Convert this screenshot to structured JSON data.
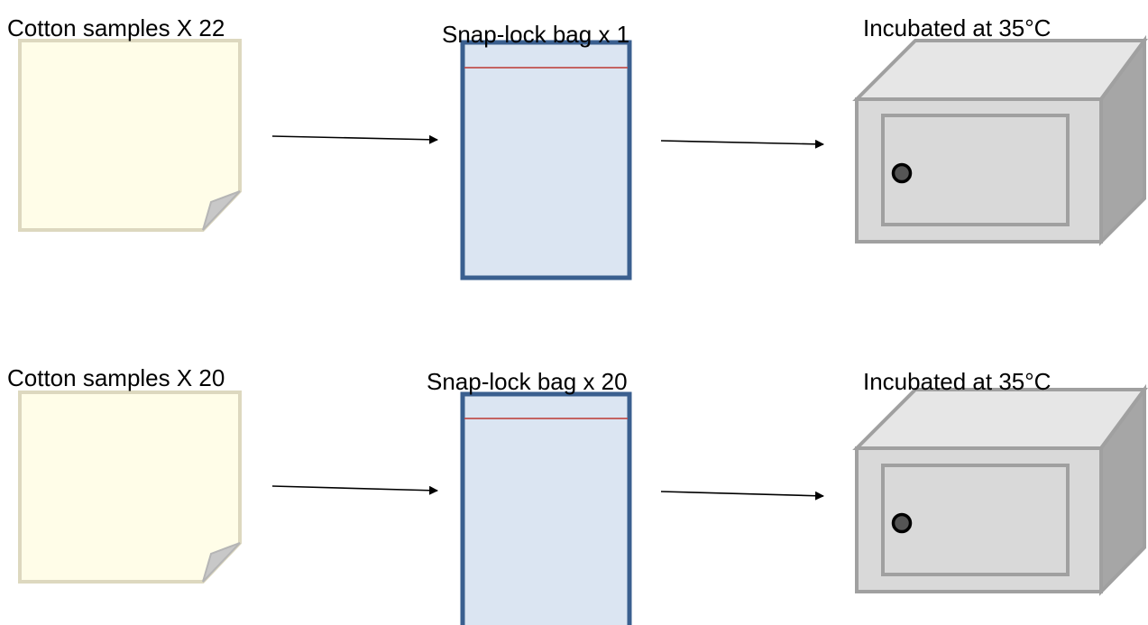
{
  "rows": [
    {
      "sample_label": "Cotton samples X 22",
      "bag_label": "Snap-lock bag x 1",
      "incubator_label": "Incubated at 35°C"
    },
    {
      "sample_label": "Cotton samples X 20",
      "bag_label": "Snap-lock bag x 20",
      "incubator_label": "Incubated at 35°C"
    }
  ],
  "colors": {
    "paper_fill": "#fffde8",
    "paper_border": "#ddd8bf",
    "paper_fold": "#c0c0c0",
    "bag_fill": "#dbe5f2",
    "bag_border": "#3a5f8f",
    "bag_seal": "#c0504d",
    "incubator_front": "#d9d9d9",
    "incubator_top": "#e6e6e6",
    "incubator_side": "#a6a6a6",
    "incubator_border": "#a0a0a0",
    "knob": "#555555",
    "arrow": "#000000"
  },
  "icons": {
    "sample": "note-paper-icon",
    "bag": "snap-lock-bag-icon",
    "incubator": "incubator-box-icon"
  }
}
